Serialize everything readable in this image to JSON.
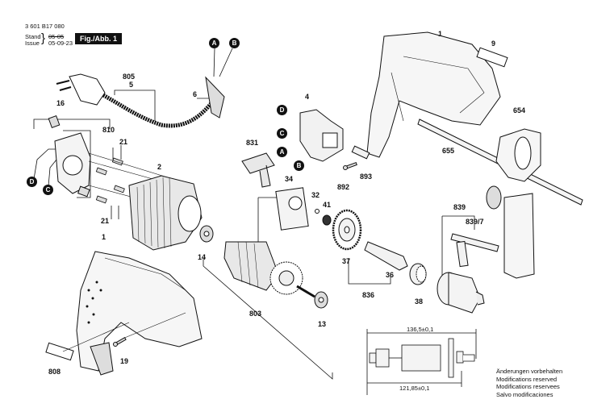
{
  "header": {
    "part_number": "3 601 B17 080",
    "stand_label": "Stand",
    "issue_label": "Issue",
    "stand_value_struck": "05-05",
    "issue_value": "05-09-23",
    "figure_label": "Fig./Abb. 1"
  },
  "callouts": {
    "badges": [
      "A",
      "B",
      "C",
      "D"
    ],
    "part_numbers": {
      "housing_top": "1",
      "housing_bottom": "1",
      "field": "2",
      "switch": "4",
      "cord": "5",
      "cord_set": "805",
      "cord_guard": "6",
      "nameplate_top": "9",
      "bearing_rear": "13",
      "bearing_front": "14",
      "brush_holder": "16",
      "screw": "19",
      "brush_left_top": "21",
      "brush_left_bottom": "21",
      "circlip": "32",
      "bearing_plate": "34",
      "spindle": "36",
      "gear": "37",
      "ring": "38",
      "bearing_small": "41",
      "auxiliary_handle": "654",
      "depth_rod": "655",
      "armature": "803",
      "nameplate_bottom": "808",
      "brush_set": "810",
      "switch_cover": "831",
      "gear_set": "836",
      "chuck": "839",
      "chuck_key": "839/7",
      "screw_small": "892",
      "slide": "893"
    }
  },
  "armature_drawing": {
    "overall_length": "136,5±0,1",
    "core_length": "121,85±0,1"
  },
  "notice": [
    "Änderungen vorbehalten",
    "Modifications reserved",
    "Modifications reservees",
    "Salvo modificaciones"
  ],
  "colors": {
    "ink": "#111111",
    "paper": "#ffffff",
    "shade": "#d8d8d8"
  }
}
